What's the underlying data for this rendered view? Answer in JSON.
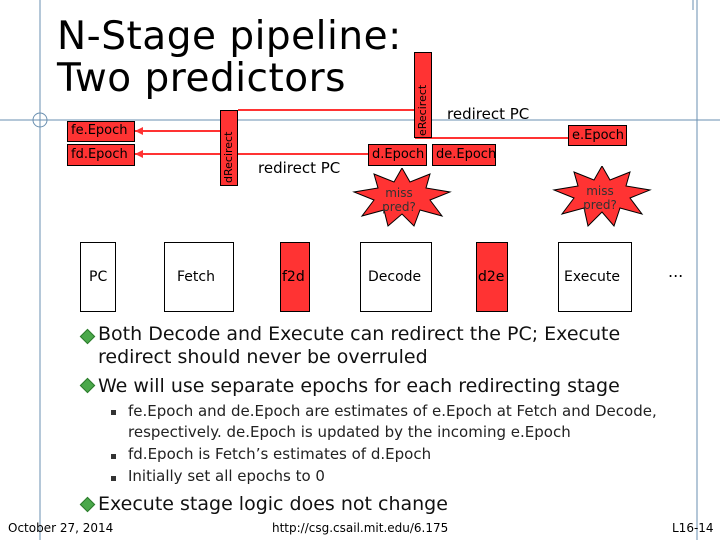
{
  "title": {
    "line1": "N-Stage pipeline:",
    "line2": "Two predictors"
  },
  "diagram": {
    "fe_epoch": "fe.Epoch",
    "fd_epoch": "fd.Epoch",
    "d_redirect": "dRecirect",
    "e_redirect": "eRecirect",
    "redirect_pc_top": "redirect PC",
    "redirect_pc_mid": "redirect PC",
    "e_epoch": "e.Epoch",
    "d_epoch": "d.Epoch",
    "de_epoch": "de.Epoch",
    "miss_pred_1": "miss pred?",
    "miss_pred_2": "miss pred?",
    "pc": "PC",
    "fetch": "Fetch",
    "f2d": "f2d",
    "decode": "Decode",
    "d2e": "d2e",
    "execute": "Execute",
    "ellipsis": "..."
  },
  "bullets": [
    "Both Decode and Execute can redirect the PC; Execute redirect should never be overruled",
    "We will use separate epochs for each redirecting stage"
  ],
  "sub_bullets": [
    "fe.Epoch and de.Epoch are estimates of e.Epoch at Fetch and Decode, respectively. de.Epoch is updated by the incoming e.Epoch",
    "fd.Epoch is Fetch’s estimates of d.Epoch",
    "Initially set all epochs to 0"
  ],
  "bullet_last": "Execute stage logic does not change",
  "footer": {
    "date": "October 27, 2014",
    "url": "http://csg.csail.mit.edu/6.175",
    "slide": "L16-14"
  },
  "colors": {
    "red": "#ff3333",
    "bullet": "#4aa84a",
    "guide": "#6a8fb0"
  }
}
